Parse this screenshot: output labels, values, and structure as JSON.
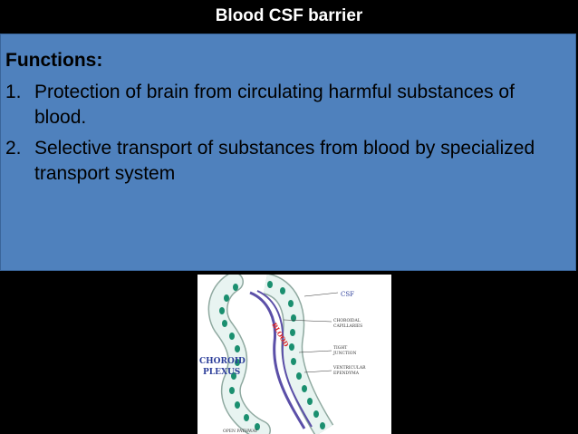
{
  "slide": {
    "title": "Blood CSF barrier",
    "heading": "Functions:",
    "items": [
      {
        "num": "1.",
        "text": "Protection of brain from circulating harmful substances of blood."
      },
      {
        "num": "2.",
        "text": "Selective transport of substances from blood by specialized transport system"
      }
    ]
  },
  "figure": {
    "label_csf": "CSF",
    "label_choroidal_1": "CHOROIDAL",
    "label_choroidal_2": "CAPILLARIES",
    "label_tight_1": "TIGHT",
    "label_tight_2": "JUNCTION",
    "label_ventricular_1": "VENTRICULAR",
    "label_ventricular_2": "EPENDYMA",
    "label_blood": "BLOOD",
    "label_choroid": "CHOROID",
    "label_plexus": "PLEXUS",
    "label_open_pathway": "OPEN PATHWAY",
    "colors": {
      "cell_fill": "#e8f4f1",
      "nucleus": "#1a8f6f",
      "capillary": "#5b4fa8",
      "blood_text": "#d22",
      "label_blue": "#2d3f9a"
    }
  }
}
